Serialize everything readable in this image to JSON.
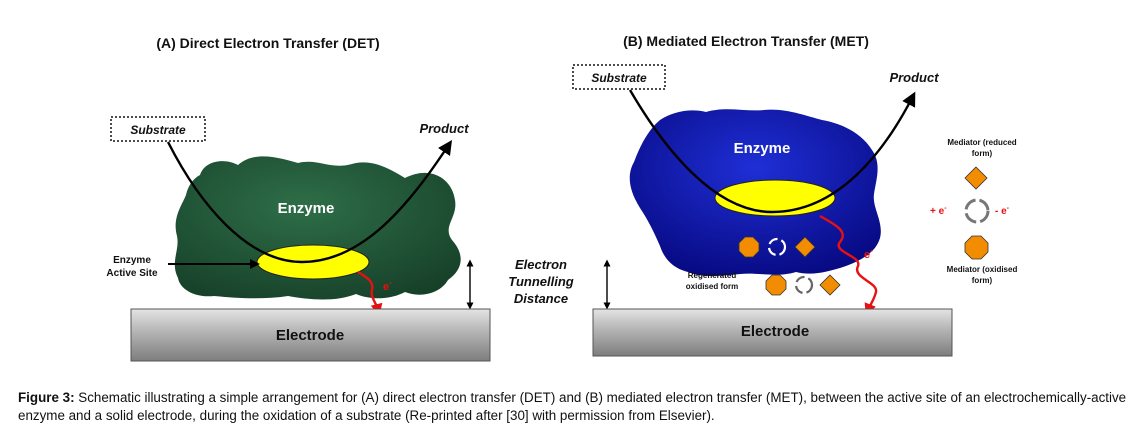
{
  "panels": {
    "det": {
      "title": "(A) Direct Electron Transfer (DET)",
      "substrate": "Substrate",
      "product": "Product",
      "enzyme": "Enzyme",
      "active_site_line1": "Enzyme",
      "active_site_line2": "Active Site",
      "electron": "e",
      "electron_sup": "-",
      "electrode": "Electrode"
    },
    "met": {
      "title": "(B) Mediated Electron Transfer (MET)",
      "substrate": "Substrate",
      "product": "Product",
      "enzyme": "Enzyme",
      "electron": "e",
      "electron_sup": "-",
      "regenerated_line1": "Regenerated",
      "regenerated_line2": "oxidised form",
      "mediator_reduced_line1": "Mediator (reduced",
      "mediator_reduced_line2": "form)",
      "mediator_oxidised_line1": "Mediator (oxidised",
      "mediator_oxidised_line2": "form)",
      "plus_e": "+ e",
      "minus_e": "- e",
      "electrode": "Electrode"
    }
  },
  "tunnelling": {
    "line1": "Electron",
    "line2": "Tunnelling",
    "line3": "Distance"
  },
  "caption": {
    "label": "Figure 3:",
    "text": " Schematic illustrating a simple arrangement for (A) direct electron transfer (DET) and (B) mediated electron transfer (MET), between the active site of an electrochemically-active enzyme and a solid electrode, during the oxidation of a substrate (Re-printed after [30] with permission from Elsevier)."
  },
  "colors": {
    "det_enzyme": "#1f5a3a",
    "met_enzyme": "#1010b0",
    "active_site": "#ffff00",
    "electron_path": "#e81010",
    "mediator": "#f28c00",
    "electrode": "#a9a9a9"
  }
}
